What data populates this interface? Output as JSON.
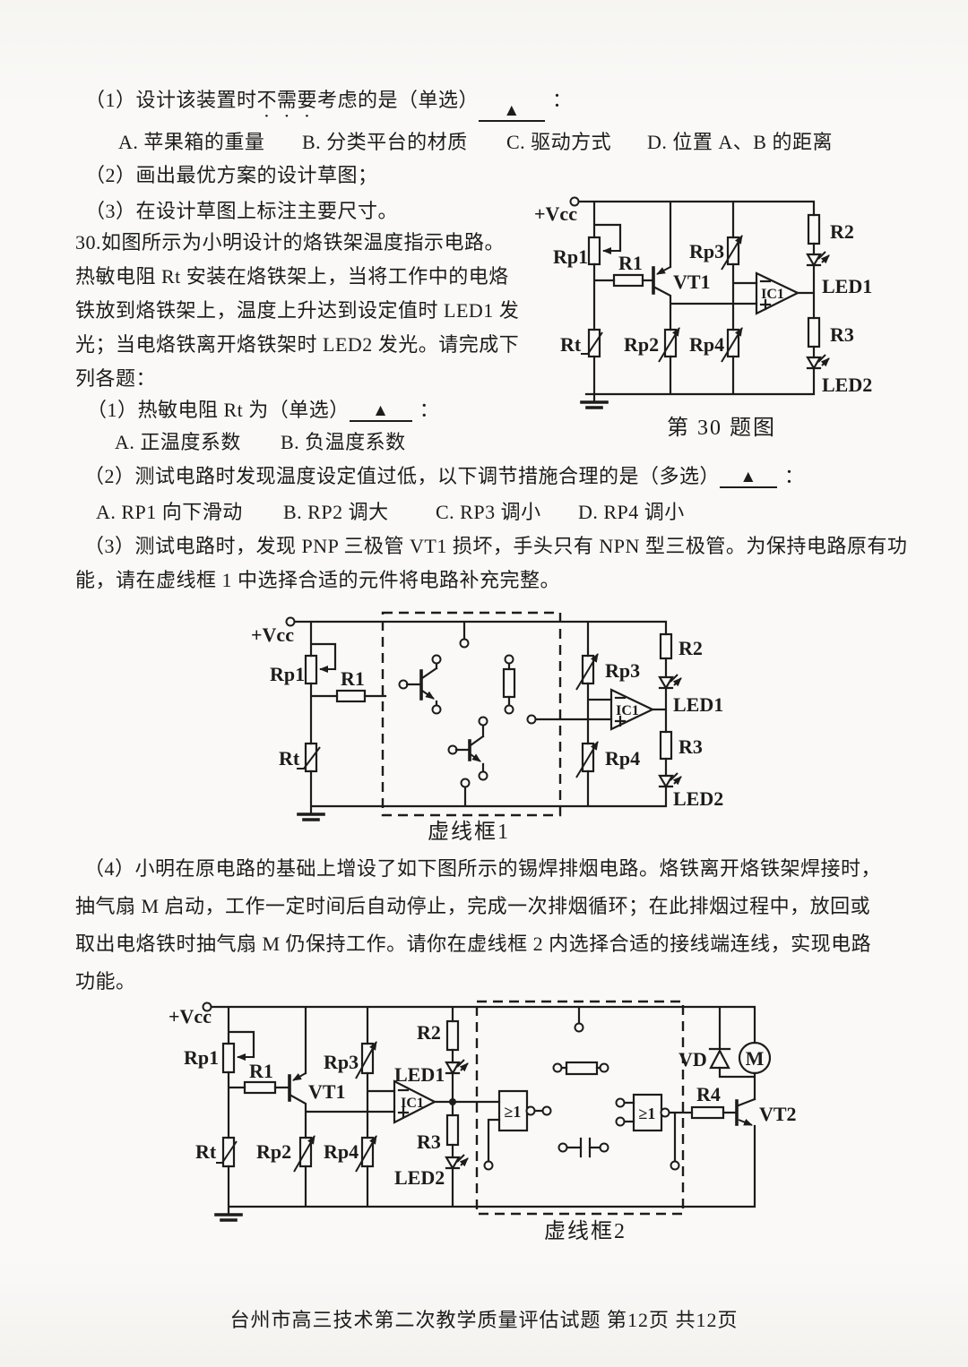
{
  "blanks": {
    "triangle": "▲",
    "colon": "："
  },
  "q29": {
    "sub1_pre": "（1）设计该装置时",
    "sub1_emph": "不需要",
    "sub1_post": "考虑的是（单选）",
    "options": [
      "A. 苹果箱的重量",
      "B. 分类平台的材质",
      "C. 驱动方式",
      "D. 位置 A、B 的距离"
    ],
    "sub2": "（2）画出最优方案的设计草图；",
    "sub3": "（3）在设计草图上标注主要尺寸。"
  },
  "q30": {
    "intro_lines": [
      "30.如图所示为小明设计的烙铁架温度指示电路。",
      "热敏电阻 Rt 安装在烙铁架上，当将工作中的电烙",
      "铁放到烙铁架上，温度上升达到设定值时 LED1 发",
      "光；当电烙铁离开烙铁架时 LED2 发光。请完成下",
      "列各题："
    ],
    "sub1_text": "（1）热敏电阻 Rt 为（单选）",
    "sub1_options": [
      "A. 正温度系数",
      "B. 负温度系数"
    ],
    "sub2_text": "（2）测试电路时发现温度设定值过低，以下调节措施合理的是（多选）",
    "sub2_options": [
      "A. RP1 向下滑动",
      "B. RP2 调大",
      "C. RP3 调小",
      "D. RP4 调小"
    ],
    "sub3_lines": [
      "（3）测试电路时，发现 PNP 三极管 VT1 损坏，手头只有 NPN 型三极管。为保持电路原有功",
      "能，请在虚线框 1 中选择合适的元件将电路补充完整。"
    ],
    "sub4_lines": [
      "（4）小明在原电路的基础上增设了如下图所示的锡焊排烟电路。烙铁离开烙铁架焊接时，",
      "抽气扇 M 启动，工作一定时间后自动停止，完成一次排烟循环；在此排烟过程中，放回或",
      "取出电烙铁时抽气扇 M 仍保持工作。请你在虚线框 2 内选择合适的接线端连线，实现电路",
      "功能。"
    ]
  },
  "circuit1": {
    "caption": "第 30 题图",
    "labels": {
      "vcc": "+Vcc",
      "rp1": "Rp1",
      "r1": "R1",
      "vt1": "VT1",
      "rp3": "Rp3",
      "ic1": "IC1",
      "r2": "R2",
      "led1": "LED1",
      "rt": "Rt",
      "rp2": "Rp2",
      "rp4": "Rp4",
      "r3": "R3",
      "led2": "LED2"
    }
  },
  "circuit2": {
    "box_label": "虚线框1",
    "labels": {
      "vcc": "+Vcc",
      "rp1": "Rp1",
      "r1": "R1",
      "rt": "Rt",
      "rp3": "Rp3",
      "rp4": "Rp4",
      "ic1": "IC1",
      "r2": "R2",
      "led1": "LED1",
      "r3": "R3",
      "led2": "LED2"
    }
  },
  "circuit3": {
    "box_label": "虚线框2",
    "labels": {
      "vcc": "+Vcc",
      "rp1": "Rp1",
      "r1": "R1",
      "vt1": "VT1",
      "rt": "Rt",
      "rp2": "Rp2",
      "rp3": "Rp3",
      "rp4": "Rp4",
      "ic1": "IC1",
      "r2": "R2",
      "led1": "LED1",
      "r3": "R3",
      "led2": "LED2",
      "gate1": "≥1",
      "gate2": "≥1",
      "vd": "VD",
      "m": "M",
      "r4": "R4",
      "vt2": "VT2"
    }
  },
  "footer": {
    "text": "台州市高三技术第二次教学质量评估试题 第12页 共12页"
  }
}
